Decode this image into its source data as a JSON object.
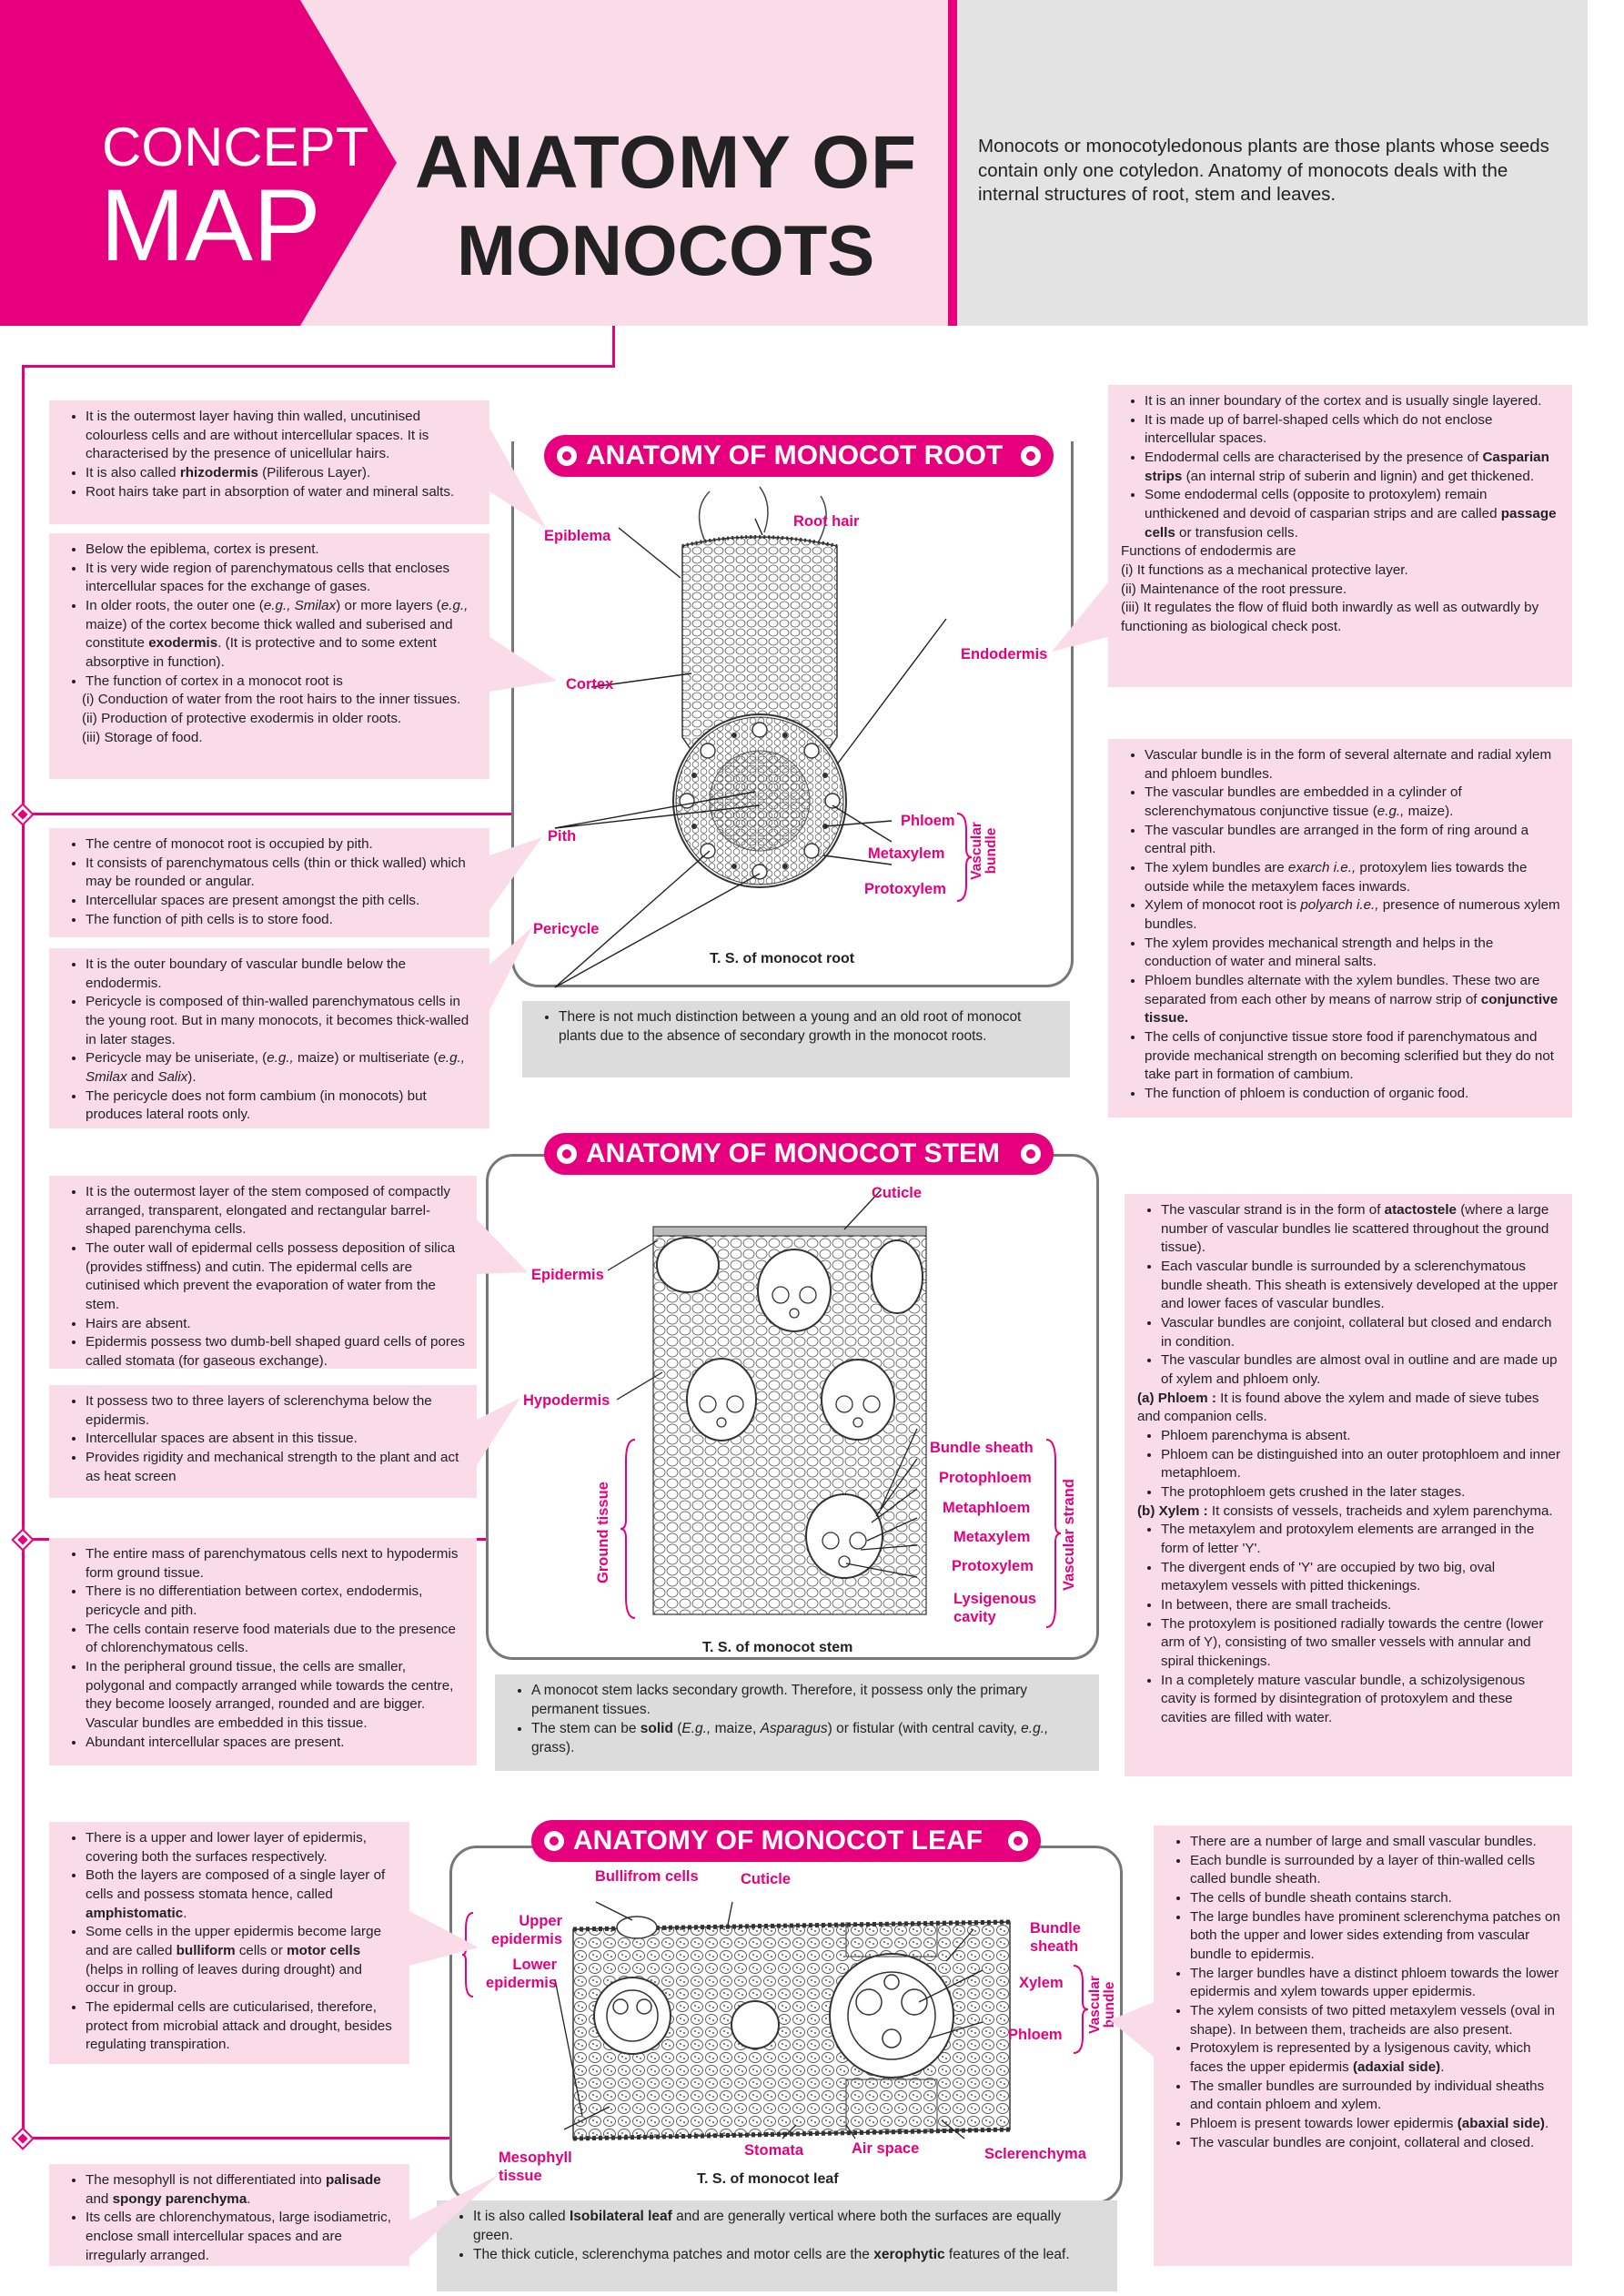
{
  "header": {
    "concept": "CONCEPT",
    "map": "MAP",
    "title_line1": "ANATOMY OF",
    "title_line2": "MONOCOTS",
    "intro": "Monocots or monocotyledonous plants are those plants whose seeds contain only one cotyledon. Anatomy of monocots deals with the internal structures of root, stem and leaves."
  },
  "colors": {
    "accent": "#e6007e",
    "panel": "#fadbe8",
    "note": "#dcdcdc"
  },
  "root": {
    "heading": "ANATOMY OF MONOCOT ROOT",
    "caption": "T. S. of monocot root",
    "labels": {
      "epiblema": "Epiblema",
      "root_hair": "Root hair",
      "cortex": "Cortex",
      "endodermis": "Endodermis",
      "pith": "Pith",
      "phloem": "Phloem",
      "metaxylem": "Metaxylem",
      "protoxylem": "Protoxylem",
      "pericycle": "Pericycle",
      "vascular_bundle": "Vascular bundle"
    },
    "epiblema_box": [
      "It is the outermost layer having thin walled, uncutinised colourless cells and are without intercellular spaces. It is characterised by the presence of unicellular hairs.",
      "It is also called rhizodermis (Piliferous Layer).",
      "Root hairs take part in absorption of water and mineral salts."
    ],
    "cortex_box": [
      "Below the epiblema, cortex is present.",
      "It is very wide region of parenchymatous cells that encloses intercellular spaces for the exchange of gases.",
      "In older roots, the outer one (e.g., Smilax) or more layers (e.g., maize) of the cortex become thick walled and suberised and constitute exodermis. (It is protective and to some extent absorptive in function).",
      "The function of cortex in a monocot root is",
      "(i) Conduction of water from the root hairs to the inner tissues.",
      "(ii) Production of protective exodermis in older roots.",
      "(iii) Storage of food."
    ],
    "pith_box": [
      "The centre of monocot root is occupied by pith.",
      "It consists of parenchymatous cells (thin or thick walled) which may be rounded or angular.",
      "Intercellular spaces are present amongst the pith cells.",
      "The function of pith cells is to store food."
    ],
    "pericycle_box": [
      "It is the outer boundary of vascular bundle below the endodermis.",
      "Pericycle is composed of thin-walled parenchymatous cells in the young root. But in many monocots, it becomes thick-walled in later stages.",
      "Pericycle may be uniseriate, (e.g., maize) or multiseriate (e.g., Smilax and Salix).",
      "The pericycle does not form cambium (in monocots) but produces lateral roots only."
    ],
    "endodermis_box": [
      "It is an inner boundary of the cortex and is usually single layered.",
      "It is made up of barrel-shaped cells which do not enclose intercellular spaces.",
      "Endodermal cells are characterised by the presence of Casparian strips (an internal strip of suberin and lignin) and get thickened.",
      "Some endodermal cells (opposite to protoxylem) remain unthickened and devoid of casparian strips and are called passage cells or transfusion cells.",
      "Functions of endodermis are",
      "(i) It functions as a mechanical protective layer.",
      "(ii) Maintenance of the root pressure.",
      "(iii) It regulates the flow of fluid both inwardly as well as outwardly by functioning as biological check post."
    ],
    "vascular_box": [
      "Vascular bundle is in the form of several alternate and radial xylem and phloem bundles.",
      "The vascular bundles are embedded in a cylinder of sclerenchymatous conjunctive tissue (e.g., maize).",
      "The vascular bundles are arranged in the form of ring around a central pith.",
      "The xylem bundles are exarch i.e., protoxylem lies towards the outside while the metaxylem faces inwards.",
      "Xylem of monocot root is polyarch i.e., presence of numerous xylem bundles.",
      "The xylem provides mechanical strength and helps in the conduction of water and mineral salts.",
      "Phloem bundles alternate with the xylem bundles. These two are separated from each other by means of narrow strip of conjunctive tissue.",
      "The cells of conjunctive tissue store food if parenchymatous and provide mechanical strength on becoming sclerified but they do not take part in formation of cambium.",
      "The function of phloem is conduction of organic food."
    ],
    "note": "There is not much distinction between a young and an old root of monocot plants due to the absence of secondary growth in the monocot roots."
  },
  "stem": {
    "heading": "ANATOMY OF MONOCOT STEM",
    "caption": "T. S. of monocot stem",
    "labels": {
      "cuticle": "Cuticle",
      "epidermis": "Epidermis",
      "hypodermis": "Hypodermis",
      "ground_tissue": "Ground tissue",
      "bundle_sheath": "Bundle sheath",
      "protophloem": "Protophloem",
      "metaphloem": "Metaphloem",
      "metaxylem": "Metaxylem",
      "protoxylem": "Protoxylem",
      "lysigenous": "Lysigenous cavity",
      "vascular_strand": "Vascular strand"
    },
    "epidermis_box": [
      "It is the outermost layer of the stem composed of compactly arranged, transparent, elongated and rectangular barrel- shaped parenchyma cells.",
      "The outer wall of epidermal cells possess deposition of silica (provides stiffness) and cutin. The epidermal cells are cutinised which prevent the evaporation of water from the stem.",
      "Hairs are absent.",
      "Epidermis possess two dumb-bell shaped guard cells of pores called stomata (for gaseous exchange)."
    ],
    "hypodermis_box": [
      "It possess two to three layers of sclerenchyma below the epidermis.",
      "Intercellular spaces are absent in this tissue.",
      "Provides rigidity and mechanical strength to the plant and act as heat screen"
    ],
    "ground_box": [
      "The entire mass of parenchymatous cells next to hypodermis form ground tissue.",
      "There is no differentiation between cortex, endodermis, pericycle and pith.",
      "The cells contain reserve food materials due to the presence of chlorenchymatous cells.",
      "In the peripheral ground tissue, the cells are smaller, polygonal and compactly arranged while towards the centre, they become loosely arranged, rounded and are bigger. Vascular bundles are embedded in this tissue.",
      "Abundant intercellular spaces are present."
    ],
    "vascular_box": [
      "The vascular strand is in the form of atactostele (where a large number of vascular bundles lie scattered throughout the ground tissue).",
      "Each vascular bundle is surrounded by a sclerenchymatous bundle sheath. This sheath is extensively developed at the upper and lower faces of vascular bundles.",
      "Vascular bundles are conjoint, collateral but closed and endarch in condition.",
      "The vascular bundles are almost oval in outline and are made up of xylem and phloem only.",
      "(a) Phloem : It is found above the xylem and made of sieve tubes and companion cells.",
      "Phloem parenchyma is absent.",
      "Phloem can be distinguished into an outer protophloem and inner metaphloem.",
      "The protophloem gets crushed in the later stages.",
      "(b) Xylem : It consists of vessels, tracheids and xylem parenchyma.",
      "The metaxylem and protoxylem elements are arranged in the form of letter 'Y'.",
      "The divergent ends of 'Y' are occupied by two big, oval metaxylem vessels with pitted thickenings.",
      "In between, there are small tracheids.",
      "The protoxylem is positioned radially towards the centre (lower arm of Y), consisting of two smaller vessels with annular and spiral thickenings.",
      "In a completely mature vascular bundle, a schizolysigenous cavity is formed by disintegration of protoxylem and these cavities are filled with water."
    ],
    "note": [
      "A monocot stem lacks secondary growth. Therefore, it possess only the primary permanent tissues.",
      "The stem can be solid (E.g., maize, Asparagus) or fistular (with central cavity, e.g., grass)."
    ]
  },
  "leaf": {
    "heading": "ANATOMY OF MONOCOT LEAF",
    "caption": "T. S. of monocot leaf",
    "labels": {
      "bulliform": "Bullifrom cells",
      "cuticle": "Cuticle",
      "upper_epidermis": "Upper epidermis",
      "lower_epidermis": "Lower epidermis",
      "bundle_sheath": "Bundle sheath",
      "xylem": "Xylem",
      "phloem": "Phloem",
      "vascular_bundle": "Vascular bundle",
      "mesophyll": "Mesophyll tissue",
      "stomata": "Stomata",
      "air_space": "Air space",
      "sclerenchyma": "Sclerenchyma"
    },
    "epidermis_box": [
      "There is a upper and lower layer of epidermis, covering both the surfaces respectively.",
      "Both the layers are composed of a single layer of cells and possess stomata hence, called amphistomatic.",
      "Some cells in the upper epidermis become large and are called bulliform cells or motor cells (helps in rolling of leaves during drought) and occur in group.",
      "The epidermal cells are cuticularised, therefore, protect from microbial attack and drought, besides regulating transpiration."
    ],
    "mesophyll_box": [
      "The mesophyll is not differentiated into palisade and spongy parenchyma.",
      "Its cells are chlorenchymatous, large isodiametric, enclose small intercellular spaces and are irregularly arranged."
    ],
    "vascular_box": [
      "There are a number of large and small vascular bundles.",
      "Each bundle is surrounded by a layer of thin-walled cells called bundle sheath.",
      "The cells of bundle sheath contains starch.",
      "The large bundles have prominent sclerenchyma patches on both the upper and lower sides extending from vascular bundle to epidermis.",
      "The larger bundles have a distinct phloem towards the lower epidermis and xylem towards upper epidermis.",
      "The xylem consists of two pitted metaxylem vessels (oval in shape). In between them, tracheids are also present.",
      "Protoxylem is represented by a lysigenous cavity, which faces the upper epidermis (adaxial side).",
      "The smaller bundles are surrounded by individual sheaths and contain phloem and xylem.",
      "Phloem is present towards lower epidermis (abaxial side).",
      "The vascular bundles are conjoint, collateral and closed."
    ],
    "note": [
      "It is also called Isobilateral leaf and are generally vertical where both the surfaces are equally green.",
      "The thick cuticle, sclerenchyma patches and motor cells are the xerophytic features of the leaf."
    ]
  }
}
